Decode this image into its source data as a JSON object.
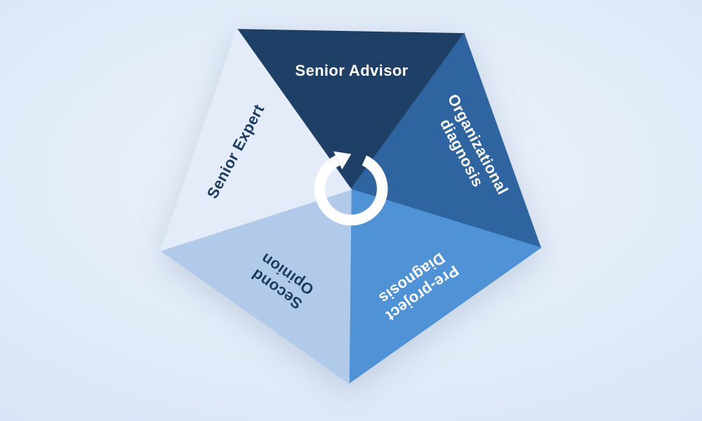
{
  "background": {
    "gradient_center": "#eef3fc",
    "gradient_edge": "#cbdbf1"
  },
  "diagram": {
    "wedges": [
      {
        "id": "senior-advisor",
        "label": "Senior Advisor",
        "color": "#1f4066",
        "text_color": "#ffffff"
      },
      {
        "id": "organizational-diagnosis",
        "label": "Organizational\ndiagnosis",
        "color": "#2e64a0",
        "text_color": "#ffffff"
      },
      {
        "id": "pre-project-diagnosis",
        "label": "Pre-project\nDiagnosis",
        "color": "#4f92d5",
        "text_color": "#ffffff"
      },
      {
        "id": "second-opinion",
        "label": "Second\nOpinion",
        "color": "#b2cae9",
        "text_color": "#1c3a5f"
      },
      {
        "id": "senior-expert",
        "label": "Senior Expert",
        "color": "#e3ecf8",
        "text_color": "#1c3a5f"
      }
    ],
    "center_icon": {
      "name": "cycle-arrow-icon",
      "color": "#ffffff"
    }
  }
}
